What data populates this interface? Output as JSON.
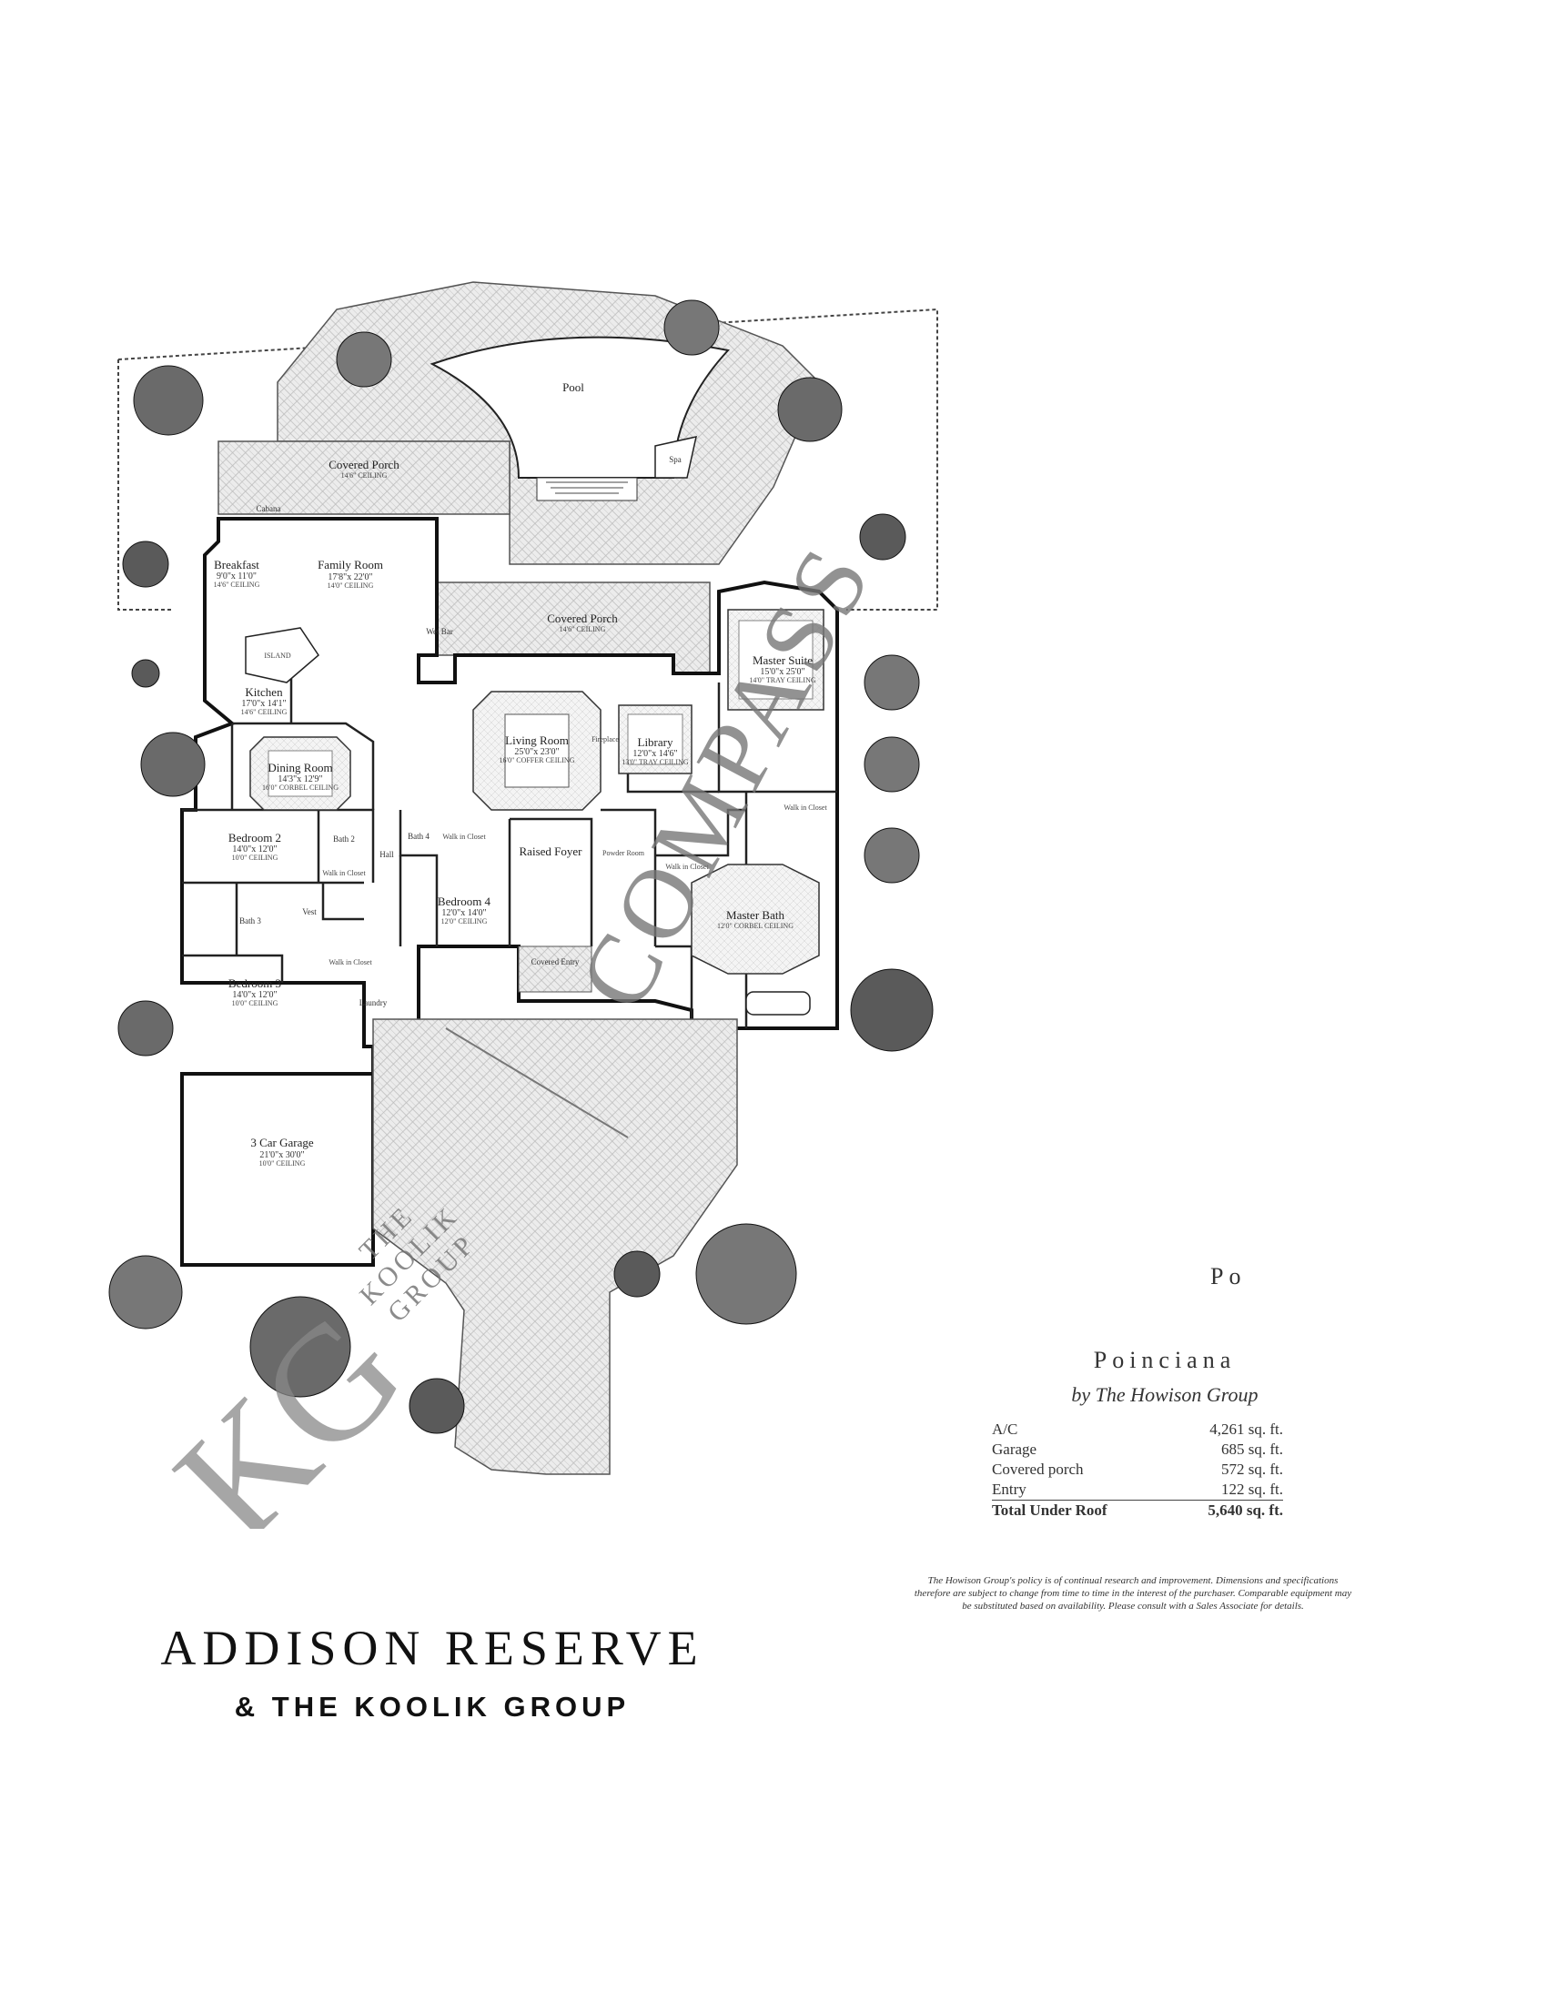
{
  "plan": {
    "rooms": {
      "pool": "Pool",
      "spa": "Spa",
      "covered_porch_rear": {
        "name": "Covered Porch",
        "ceiling": "14'6\" CEILING"
      },
      "cabana": "Cabana",
      "breakfast": {
        "name": "Breakfast",
        "dims": "9'0\"x 11'0\"",
        "ceiling": "14'6\" CEILING"
      },
      "family_room": {
        "name": "Family Room",
        "dims": "17'8\"x 22'0\"",
        "ceiling": "14'0\" CEILING"
      },
      "wet_bar": "Wet Bar",
      "kitchen": {
        "name": "Kitchen",
        "dims": "17'0\"x 14'1\"",
        "ceiling": "14'6\" CEILING",
        "island": "ISLAND"
      },
      "covered_porch_side": {
        "name": "Covered Porch",
        "ceiling": "14'6\" CEILING"
      },
      "master_suite": {
        "name": "Master Suite",
        "dims": "15'0\"x 25'0\"",
        "ceiling": "14'0\" TRAY CEILING"
      },
      "dining_room": {
        "name": "Dining Room",
        "dims": "14'3\"x 12'9\"",
        "ceiling": "16'0\" CORBEL CEILING"
      },
      "living_room": {
        "name": "Living Room",
        "dims": "25'0\"x 23'0\"",
        "ceiling": "16'0\" COFFER CEILING"
      },
      "library": {
        "name": "Library",
        "dims": "12'0\"x 14'6\"",
        "ceiling": "13'0\" TRAY CEILING"
      },
      "fireplace": "Fireplace",
      "walk_in_closet_master": "Walk in Closet",
      "bedroom2": {
        "name": "Bedroom 2",
        "dims": "14'0\"x 12'0\"",
        "ceiling": "10'0\" CEILING"
      },
      "bath2": "Bath 2",
      "walk_in_closet_b2": "Walk in Closet",
      "hall": "Hall",
      "bath4": "Bath 4",
      "walk_in_closet_b4": "Walk in Closet",
      "raised_foyer": "Raised Foyer",
      "powder_room": "Powder Room",
      "walk_in_closet_2": "Walk in Closet",
      "bath3": "Bath 3",
      "vest": "Vest",
      "bedroom4": {
        "name": "Bedroom 4",
        "dims": "12'0\"x 14'0\"",
        "ceiling": "12'0\" CEILING"
      },
      "covered_entry": "Covered Entry",
      "master_bath": {
        "name": "Master Bath",
        "ceiling": "12'0\" CORBEL CEILING"
      },
      "bedroom3": {
        "name": "Bedroom 3",
        "dims": "14'0\"x 12'0\"",
        "ceiling": "10'0\" CEILING"
      },
      "walk_in_closet_b3": "Walk in Closet",
      "laundry": "Laundry",
      "garage": {
        "name": "3 Car Garage",
        "dims": "21'0\"x 30'0\"",
        "ceiling": "10'0\" CEILING"
      }
    }
  },
  "watermarks": {
    "compass": "COMPASS",
    "kg_logo": "KG",
    "koolik_small": [
      "THE",
      "KOOLIK",
      "GROUP"
    ]
  },
  "info": {
    "fragment": "Po",
    "title": "Poinciana",
    "builder": "by The Howison Group",
    "rows": [
      {
        "label": "A/C",
        "value": "4,261 sq. ft."
      },
      {
        "label": "Garage",
        "value": "685 sq. ft."
      },
      {
        "label": "Covered porch",
        "value": "572 sq. ft."
      },
      {
        "label": "Entry",
        "value": "122 sq. ft."
      }
    ],
    "total": {
      "label": "Total Under Roof",
      "value": "5,640 sq. ft."
    },
    "disclaimer": "The Howison Group's policy is of continual research and improvement. Dimensions and specifications therefore are subject to change from time to time in the interest of the purchaser. Comparable equipment may be substituted based on availability. Please consult with a Sales Associate for details."
  },
  "branding": {
    "line1": "ADDISON RESERVE",
    "line2": "& THE KOOLIK GROUP"
  }
}
